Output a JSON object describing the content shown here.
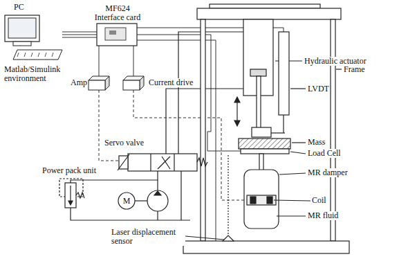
{
  "diagram": {
    "nodes": [
      {
        "text": [
          "PC",
          "Matlab/Simulink environment"
        ]
      },
      {
        "text": [
          "MF624 Interface card"
        ]
      },
      {
        "text": [
          "Amp"
        ]
      },
      {
        "text": [
          "Current drive"
        ]
      },
      {
        "text": [
          "M"
        ]
      }
    ],
    "edges": [
      {
        "from": 0,
        "to": 1,
        "arrow": "none"
      },
      {
        "from": 1,
        "to": 2,
        "arrow": "none"
      },
      {
        "from": 1,
        "to": 3,
        "arrow": "none"
      }
    ],
    "labels": [
      "Hydraulic actuator",
      "LVDT",
      "Frame",
      "Mass",
      "Load Cell",
      "MR damper",
      "Coil",
      "MR fluid",
      "Servo valve",
      "Power pack unit",
      "Laser displacement sensor"
    ]
  }
}
